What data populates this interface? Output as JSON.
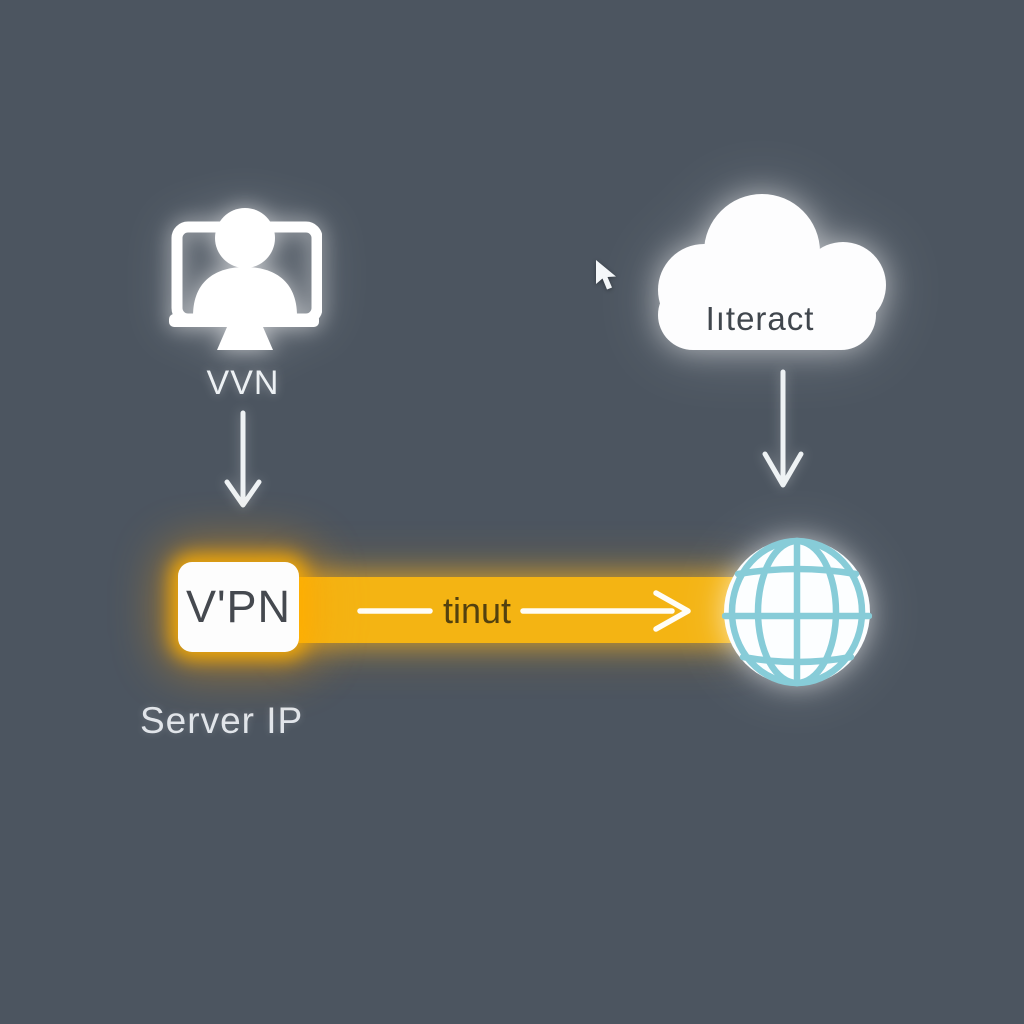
{
  "canvas": {
    "background_color": "#4c5560"
  },
  "client_node": {
    "icon": "computer-with-user-icon",
    "label": "VVN"
  },
  "cloud_node": {
    "icon": "cloud-icon",
    "label": "Iıteract"
  },
  "vpn_node": {
    "label": "V'PN",
    "box_color": "#fdfdfd",
    "glow_color": "#ffb000",
    "text_color": "#45494f"
  },
  "tunnel": {
    "label": "tinut",
    "bar_color": "#f4b413",
    "arrow_color": "#ffffff",
    "text_color": "#53410f"
  },
  "server": {
    "label": "Server IP"
  },
  "globe_node": {
    "icon": "globe-icon",
    "line_color": "#87ccd8",
    "fill_color": "#fcfeff"
  },
  "cursor": {
    "icon": "mouse-cursor-icon"
  },
  "arrows": {
    "left_down": "arrow-down-icon",
    "right_down": "arrow-down-icon",
    "tunnel_right": "arrow-right-icon"
  }
}
